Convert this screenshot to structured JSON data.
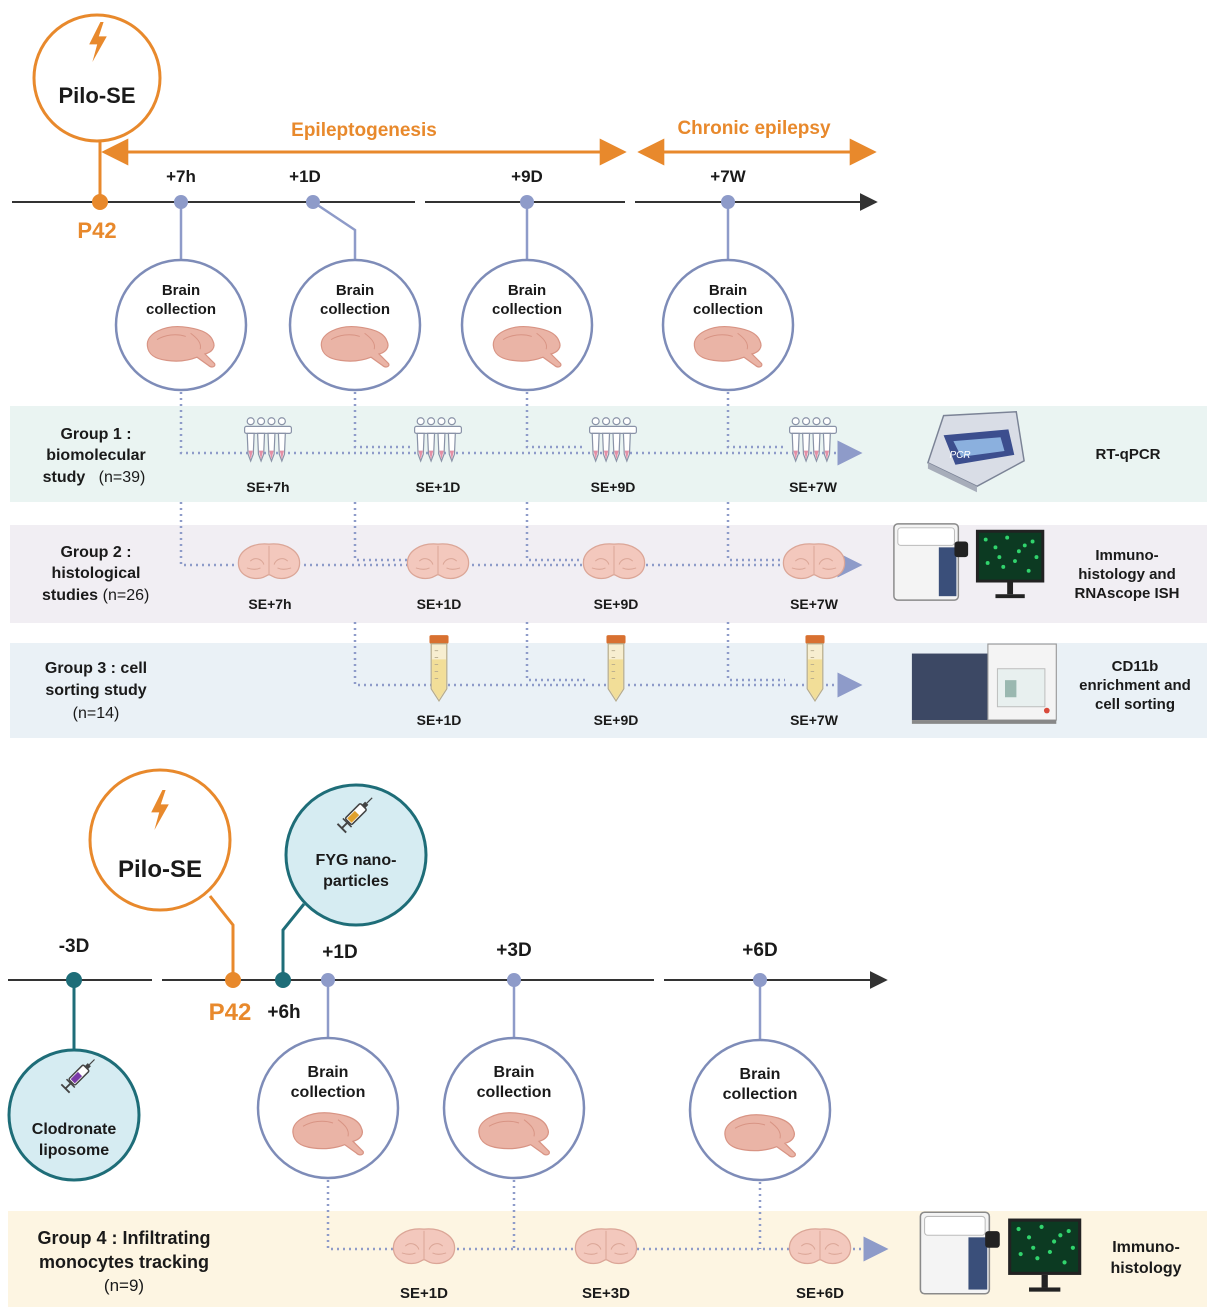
{
  "part1": {
    "pilo_label": "Pilo-SE",
    "p42_label": "P42",
    "epileptogenesis": "Epileptogenesis",
    "chronic": "Chronic epilepsy",
    "timepoints": [
      "+7h",
      "+1D",
      "+9D",
      "+7W"
    ],
    "brain_collection_line1": "Brain",
    "brain_collection_line2": "collection",
    "groups": [
      {
        "line1": "Group 1 :",
        "line2": "biomolecular",
        "line3a": "study",
        "line3b": "(n=39)",
        "samples": [
          "SE+7h",
          "SE+1D",
          "SE+9D",
          "SE+7W"
        ],
        "method": [
          "RT-qPCR"
        ],
        "instrument_text": "PCR"
      },
      {
        "line1": "Group 2 :",
        "line2": "histological",
        "line3a": "studies",
        "line3b": "(n=26)",
        "samples": [
          "SE+7h",
          "SE+1D",
          "SE+9D",
          "SE+7W"
        ],
        "method": [
          "Immuno-",
          "histology and",
          "RNAscope ISH"
        ]
      },
      {
        "line1": "Group 3 : cell",
        "line2": "sorting study",
        "line3b": "(n=14)",
        "samples": [
          "SE+1D",
          "SE+9D",
          "SE+7W"
        ],
        "method": [
          "CD11b",
          "enrichment and",
          "cell sorting"
        ]
      }
    ]
  },
  "part2": {
    "pilo_label": "Pilo-SE",
    "p42_label": "P42",
    "fyg_line1": "FYG nano-",
    "fyg_line2": "particles",
    "clodronate_line1": "Clodronate",
    "clodronate_line2": "liposome",
    "timepoints": [
      "-3D",
      "+6h",
      "+1D",
      "+3D",
      "+6D"
    ],
    "group4": {
      "line1": "Group 4 : Infiltrating",
      "line2": "monocytes tracking",
      "line3": "(n=9)",
      "samples": [
        "SE+1D",
        "SE+3D",
        "SE+6D"
      ],
      "method": [
        "Immuno-",
        "histology"
      ]
    }
  },
  "colors": {
    "orange": "#e8892c",
    "node_blue": "#8e9bc9",
    "circle_border": "#7e8cb8",
    "teal": "#1e6d78",
    "group1_bg": "#eaf4f2",
    "group2_bg": "#f1eef3",
    "group3_bg": "#eaf1f6",
    "group4_bg": "#fdf5e2",
    "light_blue_circle": "#d6ecf2"
  }
}
